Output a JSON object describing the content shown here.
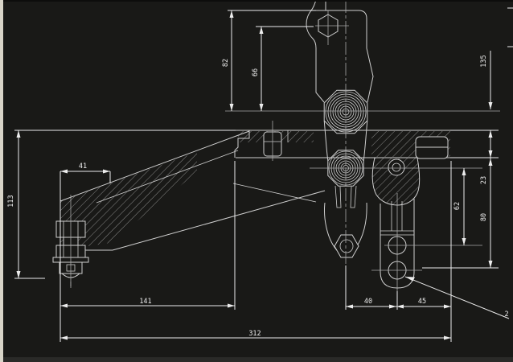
{
  "app": {
    "name": "cad-drawing-viewport",
    "view": "toggle-clamp side view technical drawing"
  },
  "colors": {
    "canvas_bg": "#191917",
    "geometry_line": "#cfcfcf",
    "dimension_line": "#ececec",
    "centerline": "#a9a9a9",
    "left_edge_strip": "#d8d4c8",
    "bottom_edge_strip": "#2a2a28"
  },
  "drawing": {
    "type": "technical-drawing",
    "dimensions": {
      "d82": {
        "value": "82",
        "orientation": "vertical"
      },
      "d66": {
        "value": "66",
        "orientation": "vertical"
      },
      "d135": {
        "value": "135",
        "orientation": "vertical"
      },
      "d113": {
        "value": "113",
        "orientation": "vertical"
      },
      "d41": {
        "value": "41",
        "orientation": "horizontal"
      },
      "d141": {
        "value": "141",
        "orientation": "horizontal"
      },
      "d312": {
        "value": "312",
        "orientation": "horizontal"
      },
      "d40": {
        "value": "40",
        "orientation": "horizontal"
      },
      "d45": {
        "value": "45",
        "orientation": "horizontal"
      },
      "d23": {
        "value": "23",
        "orientation": "vertical"
      },
      "d80": {
        "value": "80",
        "orientation": "vertical"
      },
      "d62": {
        "value": "62",
        "orientation": "vertical"
      }
    },
    "leader": {
      "label": "2"
    }
  }
}
